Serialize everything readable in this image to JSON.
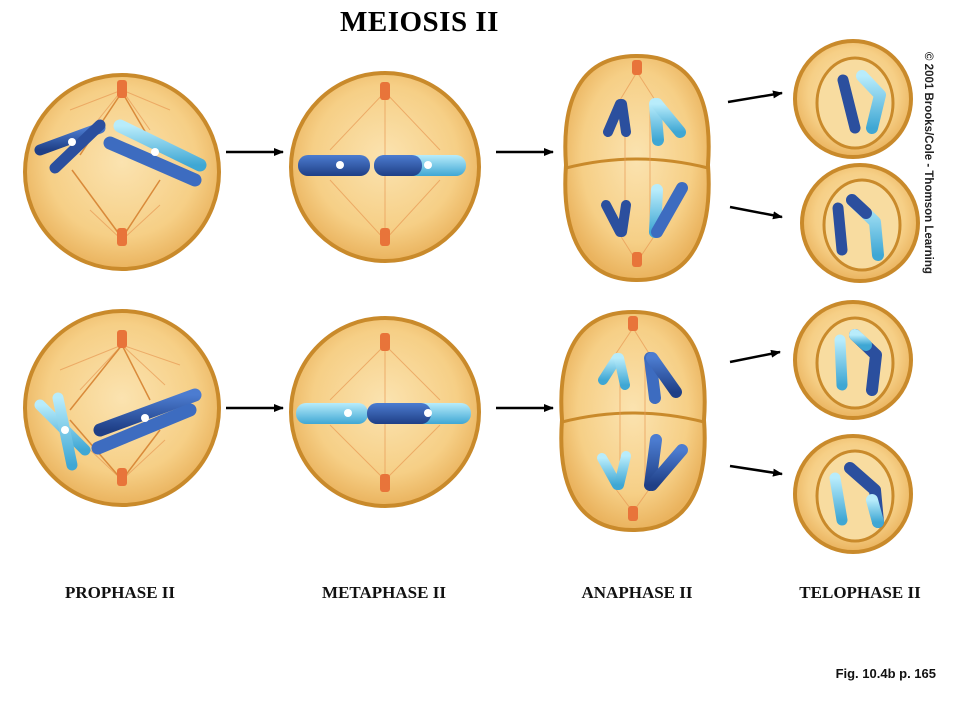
{
  "title": "MEIOSIS II",
  "stages": {
    "prophase": "PROPHASE II",
    "metaphase": "METAPHASE II",
    "anaphase": "ANAPHASE II",
    "telophase": "TELOPHASE II"
  },
  "credit": "© 2001 Brooks/Cole - Thomson Learning",
  "figure_ref": "Fig. 10.4b p. 165",
  "colors": {
    "cell_fill": "#f6cf86",
    "cell_edge": "#c98a2b",
    "dark_chromosome": "#2b4f9e",
    "light_chromosome": "#5bbbe0",
    "centriole": "#e8743a",
    "arrow": "#000000"
  }
}
